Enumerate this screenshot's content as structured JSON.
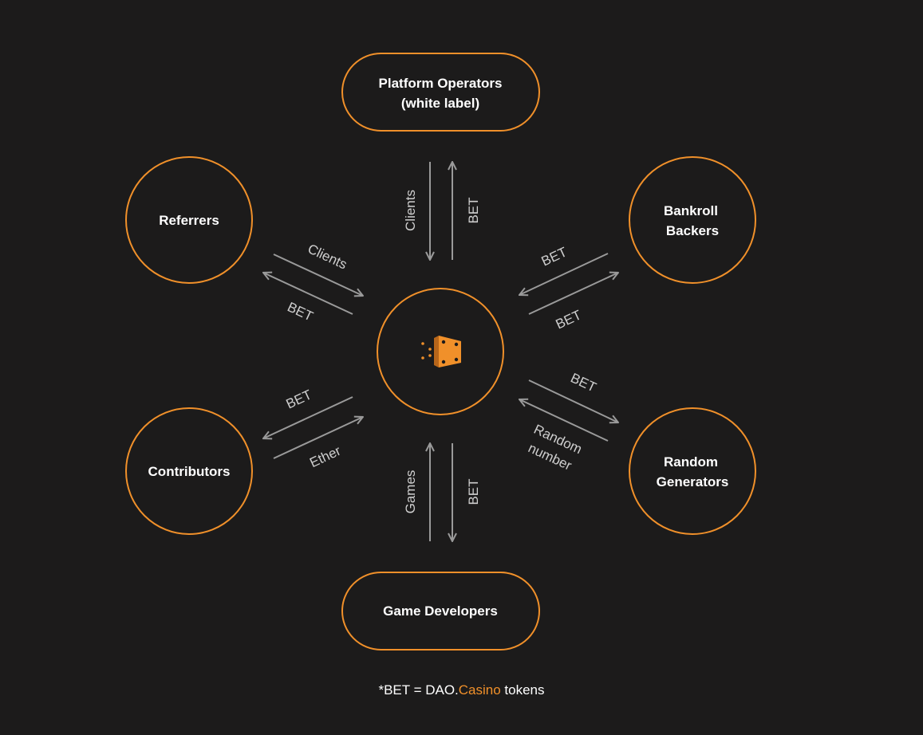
{
  "colors": {
    "background": "#1c1b1b",
    "accent": "#f0902a",
    "arrow": "#9a9a9a",
    "text": "#ffffff",
    "label": "#cfcfcf"
  },
  "nodes": {
    "platform_operators": {
      "line1": "Platform Operators",
      "line2": "(white label)"
    },
    "referrers": {
      "line1": "Referrers"
    },
    "bankroll_backers": {
      "line1": "Bankroll",
      "line2": "Backers"
    },
    "contributors": {
      "line1": "Contributors"
    },
    "random_generators": {
      "line1": "Random",
      "line2": "Generators"
    },
    "game_developers": {
      "line1": "Game Developers"
    },
    "center": {
      "icon": "dice-icon"
    }
  },
  "flows": {
    "platform_down": "Clients",
    "platform_up": "BET",
    "referrers_to_center": "Clients",
    "center_to_referrers": "BET",
    "bankroll_to_center": "BET",
    "center_to_bankroll": "BET",
    "center_to_contributors": "BET",
    "contributors_to_center": "Ether",
    "center_to_generators": "BET",
    "generators_to_center_line1": "Random",
    "generators_to_center_line2": "number",
    "games_up": "Games",
    "bet_down": "BET"
  },
  "footnote": {
    "prefix": "*BET = DAO.",
    "accent": "Casino",
    "suffix": " tokens"
  }
}
